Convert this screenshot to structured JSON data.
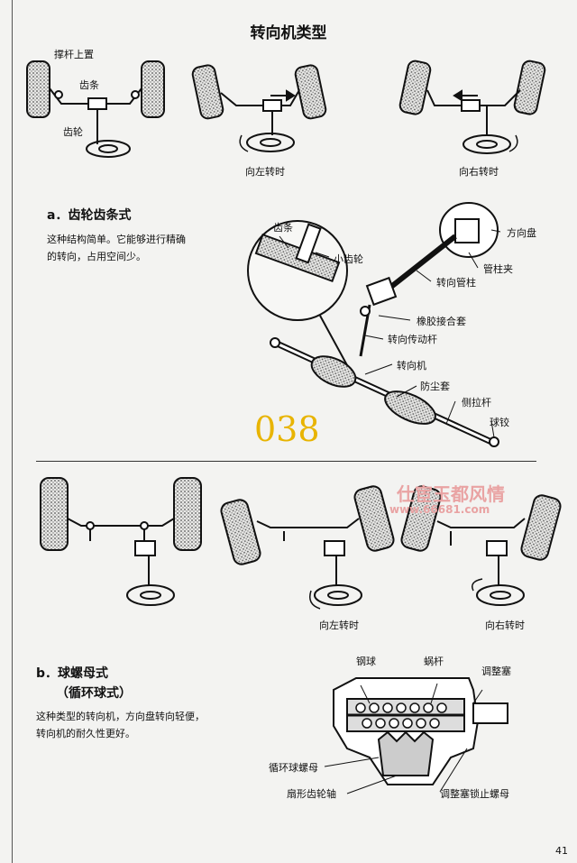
{
  "title": "转向机类型",
  "top": {
    "labels": {
      "tie_rod": "撑杆上置",
      "rack": "齿条",
      "pinion": "齿轮",
      "turn_left": "向左转时",
      "turn_right": "向右转时"
    }
  },
  "section_a": {
    "heading": "a．齿轮齿条式",
    "desc_1": "这种结构简单。它能够进行精确",
    "desc_2": "的转向，占用空间少。",
    "labels": {
      "rack": "齿条",
      "pinion": "小齿轮",
      "steering_wheel": "方向盘",
      "column_clamp": "管柱夹",
      "steering_column": "转向管柱",
      "rubber_coupling": "橡胶接合套",
      "steering_shaft": "转向传动杆",
      "steering_gear": "转向机",
      "dust_boot": "防尘套",
      "tie_rod": "侧拉杆",
      "ball_joint": "球铰"
    }
  },
  "page_mark": "038",
  "watermark": {
    "line1": "仕宦玉都风情",
    "line2": "www.66681.com"
  },
  "middle": {
    "turn_left": "向左转时",
    "turn_right": "向右转时"
  },
  "section_b": {
    "heading": "b．球螺母式",
    "subheading": "（循环球式）",
    "desc_1": "这种类型的转向机，方向盘转向轻便，",
    "desc_2": "转向机的耐久性更好。",
    "labels": {
      "steel_ball": "钢球",
      "worm": "蜗杆",
      "adjust_plug": "调整塞",
      "ball_nut": "循环球螺母",
      "sector_shaft": "扇形齿轮轴",
      "lock_nut": "调整塞锁止螺母"
    }
  },
  "page_number": "41"
}
